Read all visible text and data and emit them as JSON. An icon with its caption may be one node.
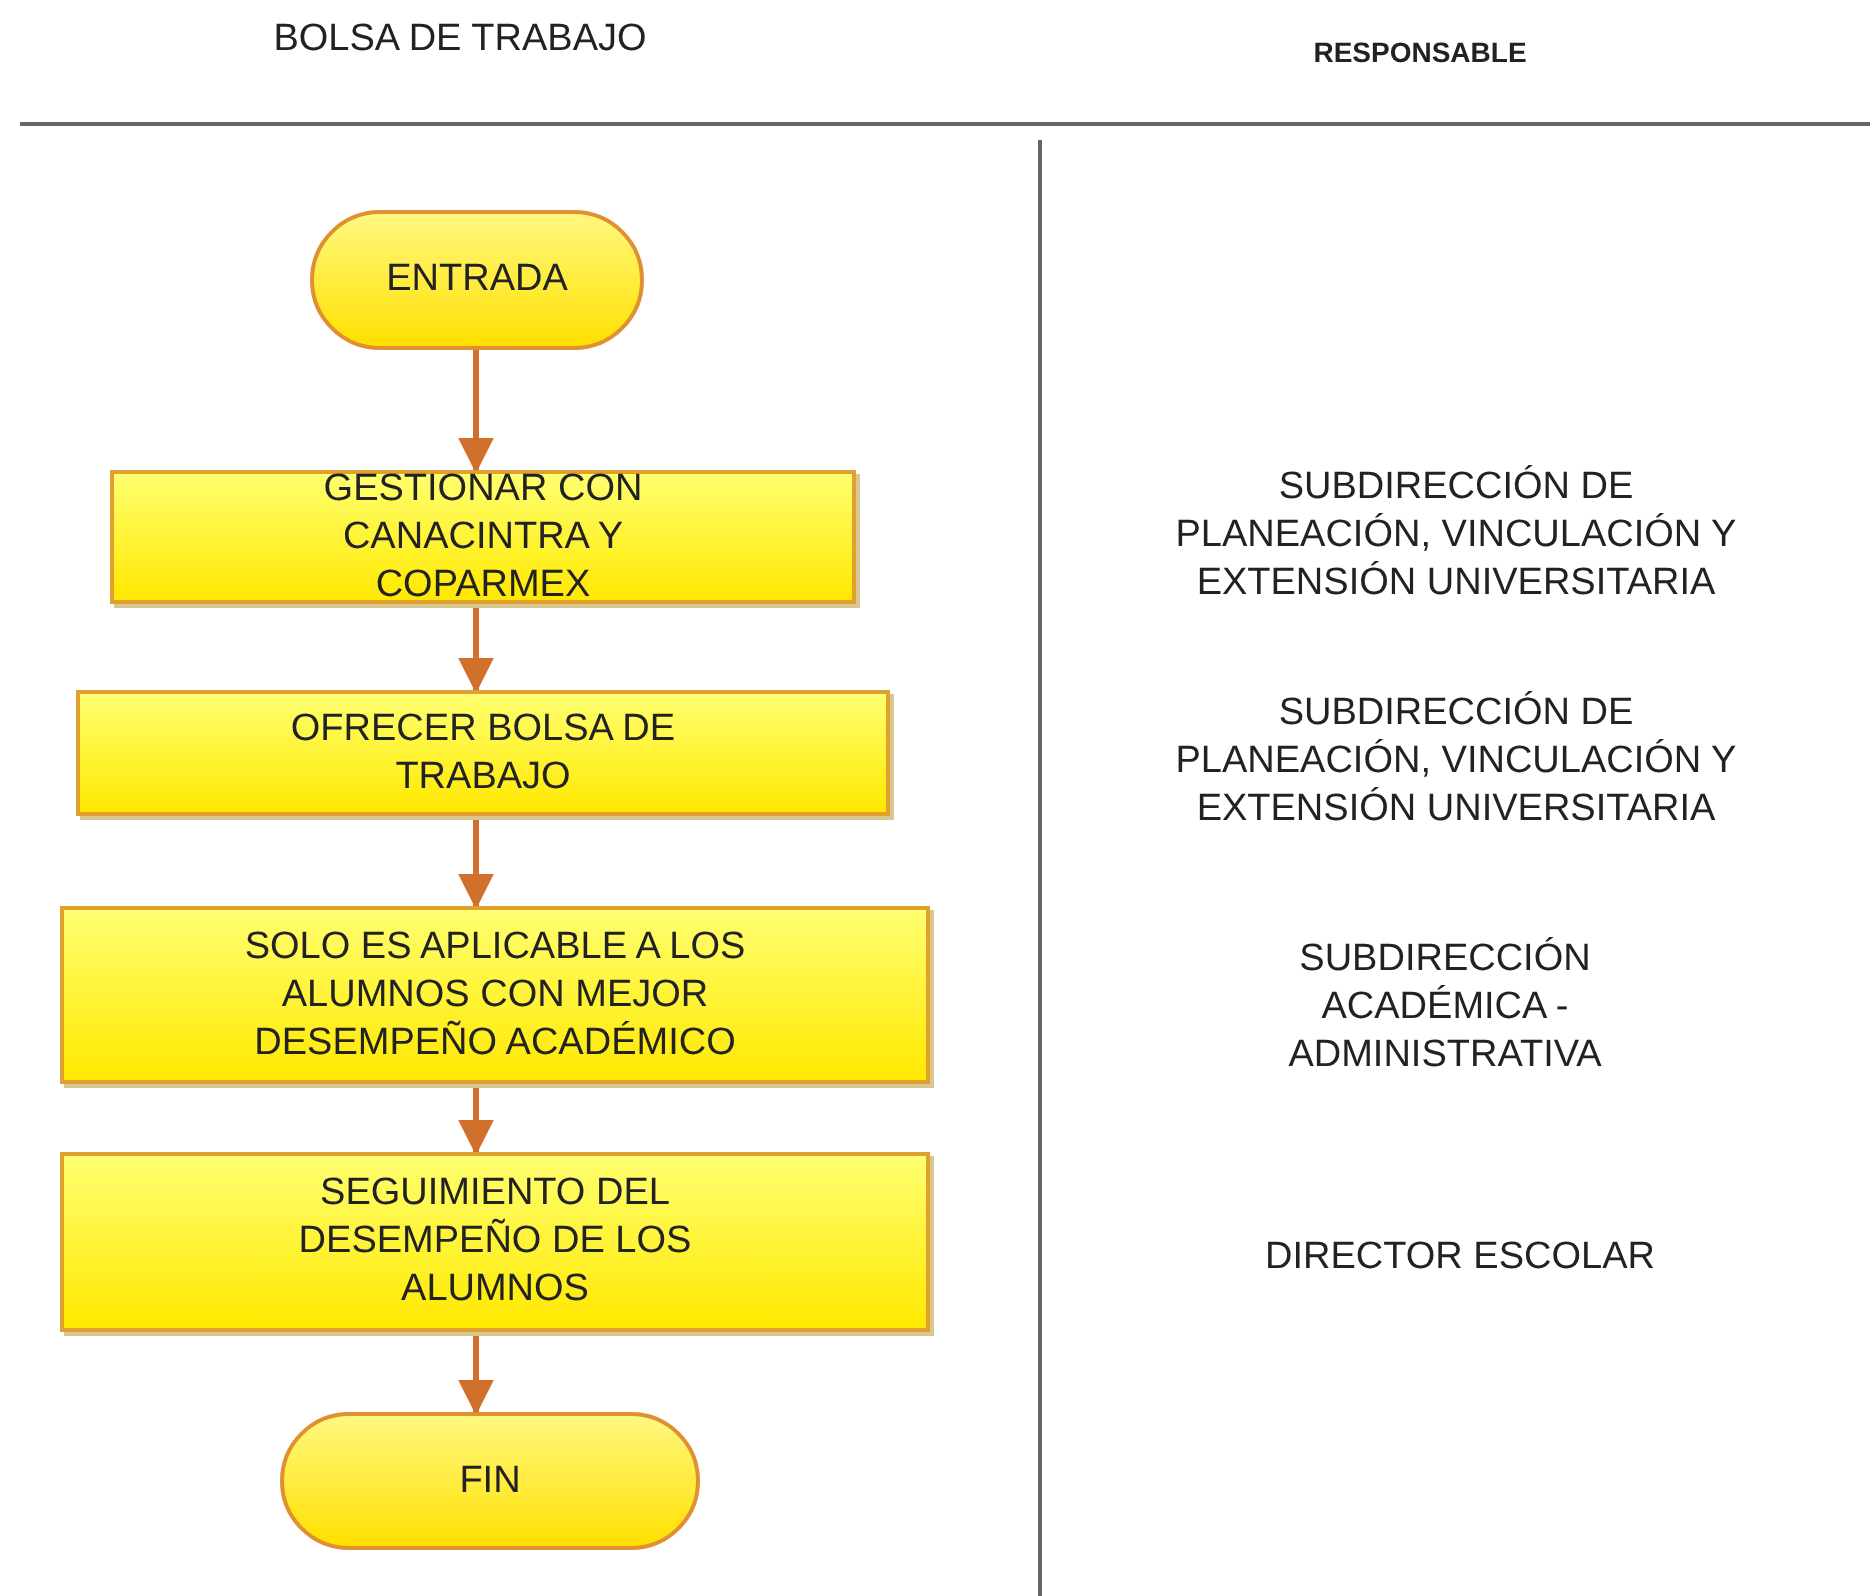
{
  "diagram": {
    "nodes": [
      {
        "text": [
          "ENTRADA"
        ]
      },
      {
        "text": [
          "GESTIONAR CON CANACINTRA Y COPARMEX"
        ]
      },
      {
        "text": [
          "OFRECER BOLSA DE TRABAJO"
        ]
      },
      {
        "text": [
          "SOLO ES APLICABLE A LOS ALUMNOS CON MEJOR DESEMPEÑO ACADÉMICO"
        ]
      },
      {
        "text": [
          "SEGUIMIENTO DEL DESEMPEÑO DE LOS ALUMNOS"
        ]
      },
      {
        "text": [
          "FIN"
        ]
      }
    ],
    "edges": [
      {
        "from": 0,
        "to": 1,
        "arrow": "to"
      },
      {
        "from": 1,
        "to": 2,
        "arrow": "to"
      },
      {
        "from": 2,
        "to": 3,
        "arrow": "to"
      },
      {
        "from": 3,
        "to": 4,
        "arrow": "to"
      },
      {
        "from": 4,
        "to": 5,
        "arrow": "to"
      }
    ],
    "labels": [
      "BOLSA DE TRABAJO",
      "RESPONSABLE",
      "SUBDIRECCIÓN DE PLANEACIÓN, VINCULACIÓN Y EXTENSIÓN UNIVERSITARIA",
      "SUBDIRECCIÓN DE PLANEACIÓN, VINCULACIÓN Y EXTENSIÓN UNIVERSITARIA",
      "SUBDIRECCIÓN ACADÉMICA - ADMINISTRATIVA",
      "DIRECTOR ESCOLAR"
    ]
  }
}
